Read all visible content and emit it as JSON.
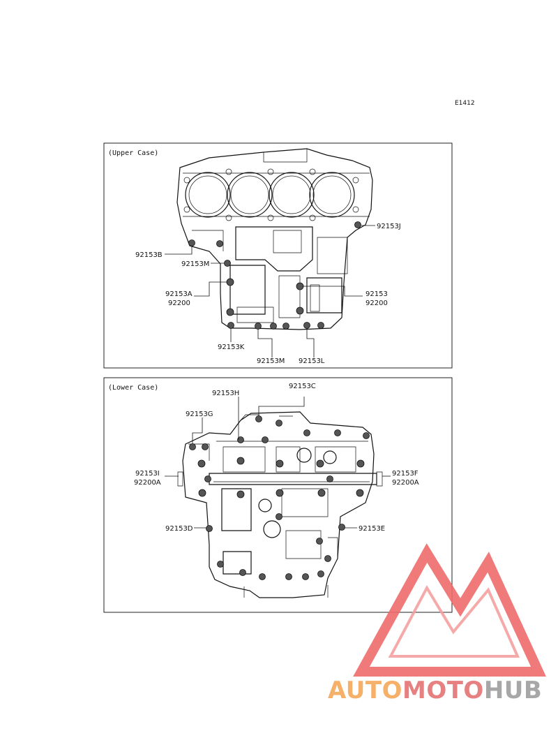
{
  "diagram_code": "E1412",
  "upper_case": {
    "title": "(Upper Case)",
    "labels": {
      "j": "92153J",
      "b": "92153B",
      "m_left": "92153M",
      "a_group_1": "92153A",
      "a_group_2": "92200",
      "right_group_1": "92153",
      "right_group_2": "92200",
      "k": "92153K",
      "m_bottom": "92153M",
      "l": "92153L"
    }
  },
  "lower_case": {
    "title": "(Lower Case)",
    "labels": {
      "h": "92153H",
      "c": "92153C",
      "g": "92153G",
      "i_group_1": "92153I",
      "i_group_2": "92200A",
      "f_group_1": "92153F",
      "f_group_2": "92200A",
      "d": "92153D",
      "e": "92153E"
    }
  },
  "watermark": {
    "part1": "AUTO",
    "part2": "MOTO",
    "part3": "HUB",
    "colors": {
      "auto": "#f5a85a",
      "moto": "#e57373",
      "hub": "#9e9e9e",
      "triangle": "#ef6b6b"
    }
  }
}
